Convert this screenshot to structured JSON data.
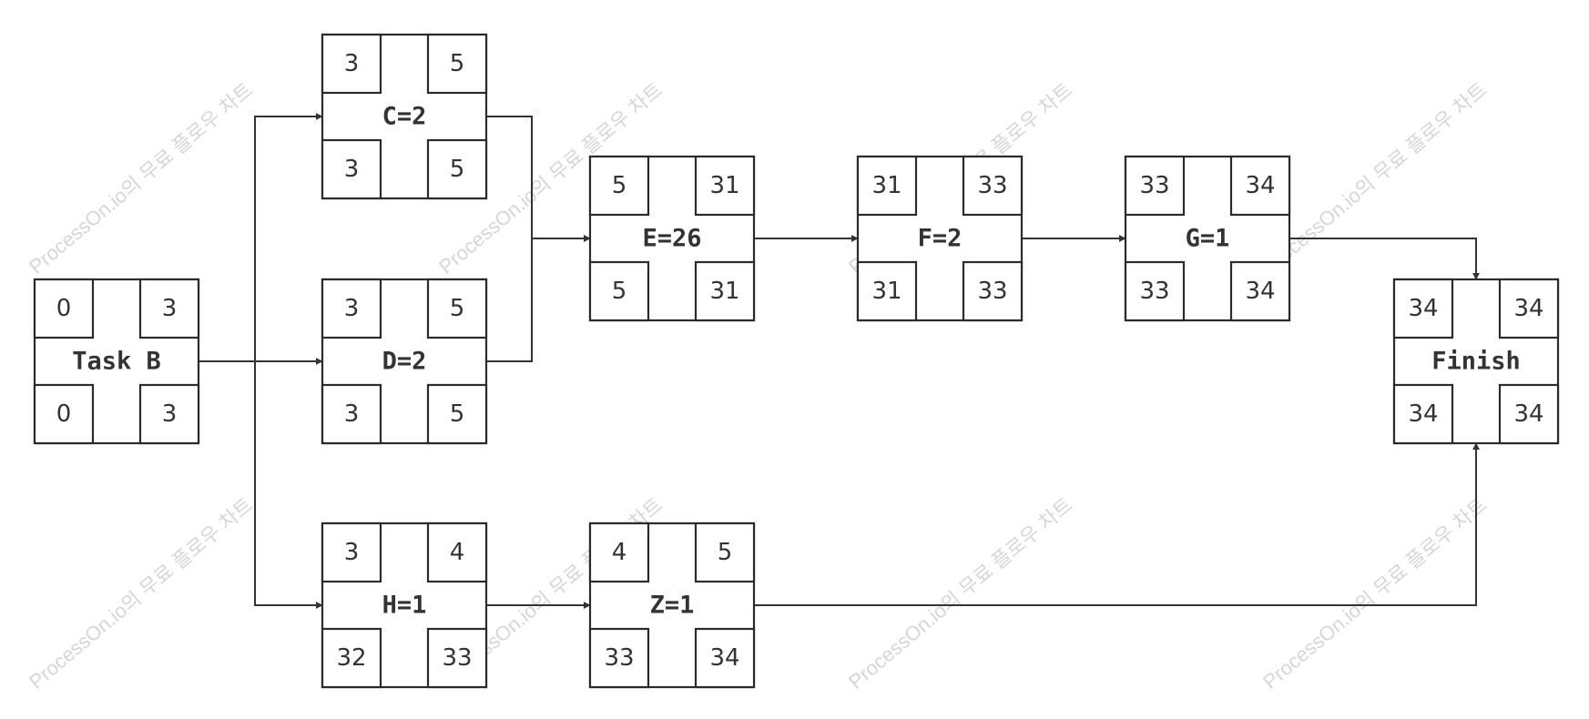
{
  "watermark": "ProcessOn.io의 무료 플로우 차트",
  "colors": {
    "stroke": "#2b2b2b",
    "text": "#333333",
    "watermark": "#d6d6d6",
    "background": "#ffffff"
  },
  "nodes": [
    {
      "id": "taskb",
      "name": "Task B",
      "es": "0",
      "ef": "3",
      "ls": "0",
      "lf": "3"
    },
    {
      "id": "c",
      "name": "C=2",
      "es": "3",
      "ef": "5",
      "ls": "3",
      "lf": "5"
    },
    {
      "id": "d",
      "name": "D=2",
      "es": "3",
      "ef": "5",
      "ls": "3",
      "lf": "5"
    },
    {
      "id": "h",
      "name": "H=1",
      "es": "3",
      "ef": "4",
      "ls": "32",
      "lf": "33"
    },
    {
      "id": "e",
      "name": "E=26",
      "es": "5",
      "ef": "31",
      "ls": "5",
      "lf": "31"
    },
    {
      "id": "z",
      "name": "Z=1",
      "es": "4",
      "ef": "5",
      "ls": "33",
      "lf": "34"
    },
    {
      "id": "f",
      "name": "F=2",
      "es": "31",
      "ef": "33",
      "ls": "31",
      "lf": "33"
    },
    {
      "id": "g",
      "name": "G=1",
      "es": "33",
      "ef": "34",
      "ls": "33",
      "lf": "34"
    },
    {
      "id": "finish",
      "name": "Finish",
      "es": "34",
      "ef": "34",
      "ls": "34",
      "lf": "34"
    }
  ],
  "edges": [
    {
      "from": "taskb",
      "to": "c"
    },
    {
      "from": "taskb",
      "to": "d"
    },
    {
      "from": "taskb",
      "to": "h"
    },
    {
      "from": "c",
      "to": "e"
    },
    {
      "from": "d",
      "to": "e"
    },
    {
      "from": "e",
      "to": "f"
    },
    {
      "from": "f",
      "to": "g"
    },
    {
      "from": "g",
      "to": "finish"
    },
    {
      "from": "h",
      "to": "z"
    },
    {
      "from": "z",
      "to": "finish"
    }
  ]
}
